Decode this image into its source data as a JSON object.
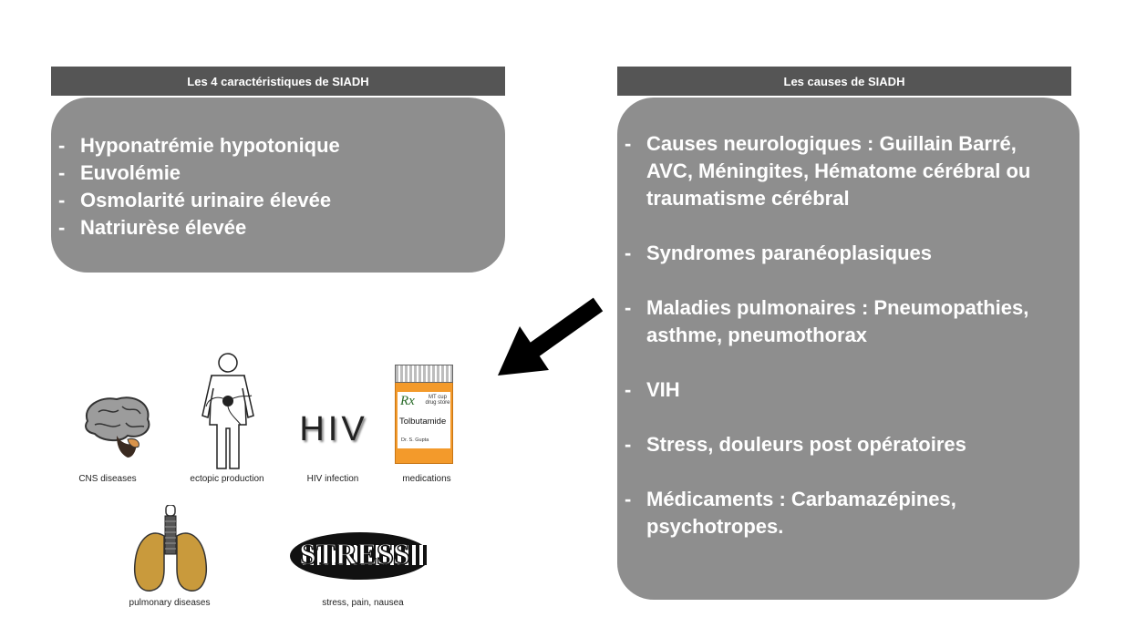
{
  "left_panel": {
    "title": "Les 4 caractéristiques de SIADH",
    "items": [
      "Hyponatrémie hypotonique",
      "Euvolémie",
      "Osmolarité urinaire élevée",
      "Natriurèse élevée"
    ]
  },
  "right_panel": {
    "title": "Les causes de SIADH",
    "items": [
      "Causes neurologiques : Guillain Barré, AVC, Méningites, Hématome cérébral ou traumatisme cérébral",
      "Syndromes paranéoplasiques",
      "Maladies pulmonaires : Pneumopathies, asthme, pneumothorax",
      "VIH",
      "Stress, douleurs post opératoires",
      "Médicaments : Carbamazépines, psychotropes."
    ]
  },
  "illustrations": {
    "cns_label": "CNS diseases",
    "ectopic_label": "ectopic production",
    "hiv_text": "HIV",
    "hiv_label": "HIV infection",
    "med_label": "medications",
    "med_store": "MT cup drug store",
    "med_rx": "Rx",
    "med_drug": "Tolbutamide",
    "med_doctor": "Dr. S. Gupta",
    "pulm_label": "pulmonary diseases",
    "stress_text": "STRESS",
    "stress_label": "stress, pain, nausea"
  },
  "colors": {
    "header": "#555555",
    "panel": "#8e8e8e",
    "pill_orange": "#f39a2b",
    "lung": "#c99a3c"
  }
}
